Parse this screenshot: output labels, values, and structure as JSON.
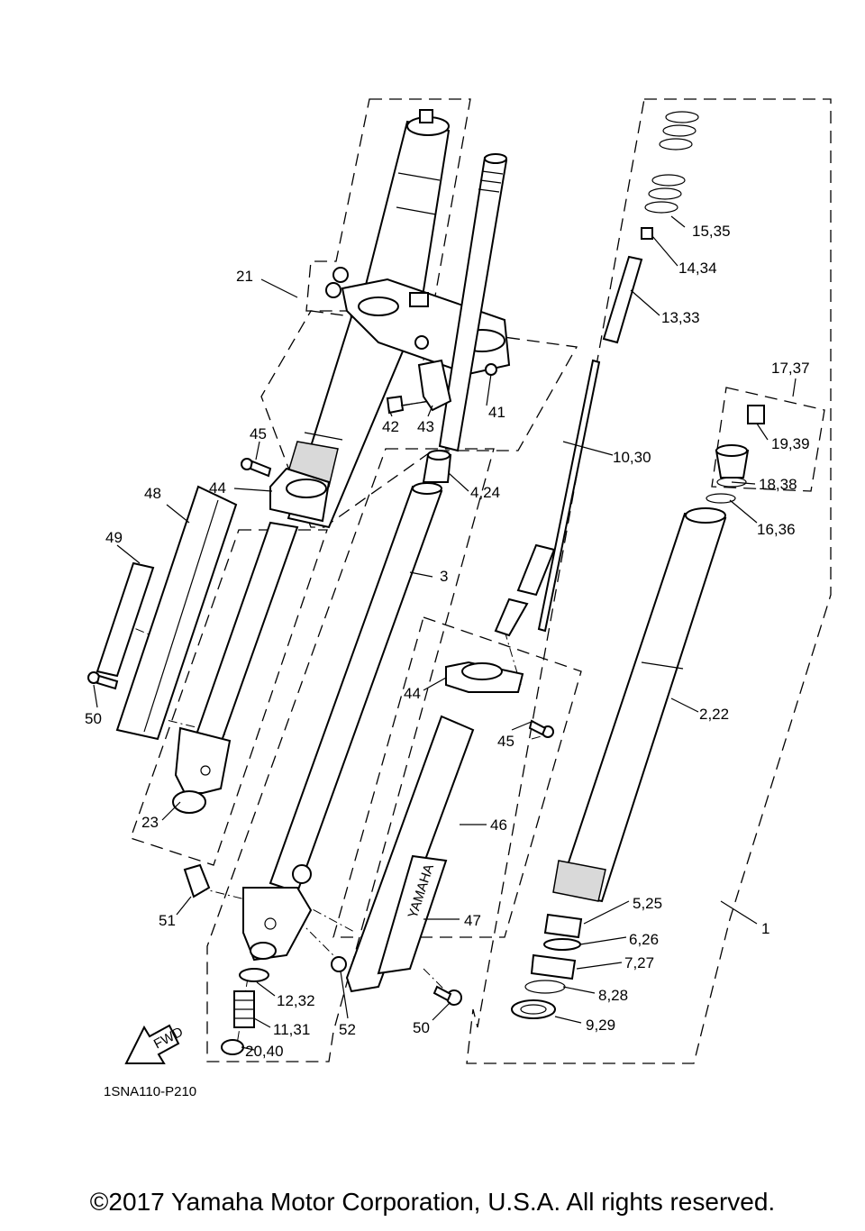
{
  "diagram_code": "1SNA110-P210",
  "copyright": "©2017 Yamaha Motor Corporation, U.S.A. All rights reserved.",
  "fwd_label": "FWD",
  "brand_text": "YAMAHA",
  "callouts": {
    "c1": "1",
    "c2_22": "2,22",
    "c3": "3",
    "c4_24": "4,24",
    "c5_25": "5,25",
    "c6_26": "6,26",
    "c7_27": "7,27",
    "c8_28": "8,28",
    "c9_29": "9,29",
    "c10_30": "10,30",
    "c11_31": "11,31",
    "c12_32": "12,32",
    "c13_33": "13,33",
    "c14_34": "14,34",
    "c15_35": "15,35",
    "c16_36": "16,36",
    "c17_37": "17,37",
    "c18_38": "18,38",
    "c19_39": "19,39",
    "c20_40": "20,40",
    "c21": "21",
    "c23": "23",
    "c41": "41",
    "c42": "42",
    "c43": "43",
    "c44a": "44",
    "c44b": "44",
    "c45a": "45",
    "c45b": "45",
    "c46": "46",
    "c47": "47",
    "c48": "48",
    "c49": "49",
    "c50a": "50",
    "c50b": "50",
    "c51": "51",
    "c52": "52"
  }
}
